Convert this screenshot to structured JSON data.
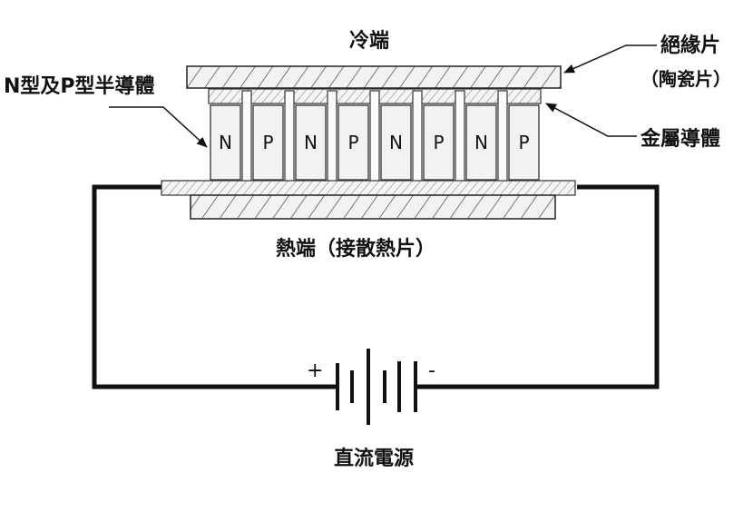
{
  "labels": {
    "cold_side": "冷端",
    "insulator": "絕緣片",
    "insulator_note": "（陶瓷片）",
    "semiconductor": "N型及P型半導體",
    "metal_conductor": "金屬導體",
    "hot_side": "熱端（接散熱片）",
    "power_source": "直流電源",
    "plus": "+",
    "minus": "-"
  },
  "elements": [
    "N",
    "P",
    "N",
    "P",
    "N",
    "P",
    "N",
    "P"
  ],
  "colors": {
    "line": "#111111",
    "fill": "#f2f2f2",
    "hatch": "#444444",
    "background": "#ffffff"
  }
}
